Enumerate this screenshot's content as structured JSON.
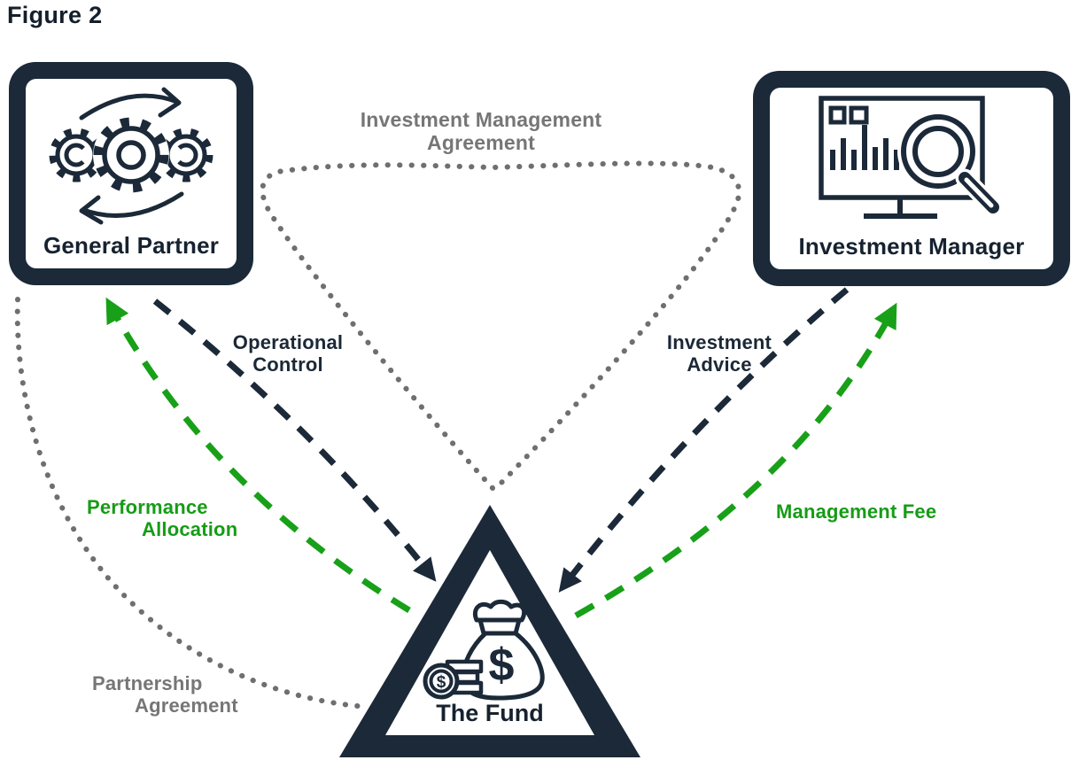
{
  "figure_label": "Figure 2",
  "colors": {
    "navy": "#1b2938",
    "green": "#18a018",
    "gray": "#737373",
    "background": "#ffffff"
  },
  "icons": {
    "dollar_sign": "$"
  },
  "nodes": {
    "general_partner": {
      "label": "General Partner",
      "icon": "gears-cycle-icon"
    },
    "investment_manager": {
      "label": "Investment Manager",
      "icon": "monitor-magnifier-icon"
    },
    "fund": {
      "label": "The Fund",
      "icon": "money-bag-icon"
    }
  },
  "relationships": {
    "investment_management_agreement": {
      "lines": [
        "Investment Management",
        "Agreement"
      ],
      "style": "dotted-gray-loop",
      "connects": [
        "General Partner",
        "Investment Manager",
        "The Fund"
      ]
    },
    "partnership_agreement": {
      "lines": [
        "Partnership",
        "Agreement"
      ],
      "style": "dotted-gray",
      "connects": [
        "General Partner",
        "The Fund"
      ]
    },
    "operational_control": {
      "lines": [
        "Operational",
        "Control"
      ],
      "style": "dashed-navy-arrow",
      "from": "General Partner",
      "to": "The Fund"
    },
    "investment_advice": {
      "lines": [
        "Investment",
        "Advice"
      ],
      "style": "dashed-navy-arrow",
      "from": "Investment Manager",
      "to": "The Fund"
    },
    "performance_allocation": {
      "lines": [
        "Performance",
        "Allocation"
      ],
      "style": "dashed-green-arrow",
      "from": "The Fund",
      "to": "General Partner"
    },
    "management_fee": {
      "lines": [
        "Management Fee"
      ],
      "style": "dashed-green-arrow",
      "from": "The Fund",
      "to": "Investment Manager"
    }
  }
}
